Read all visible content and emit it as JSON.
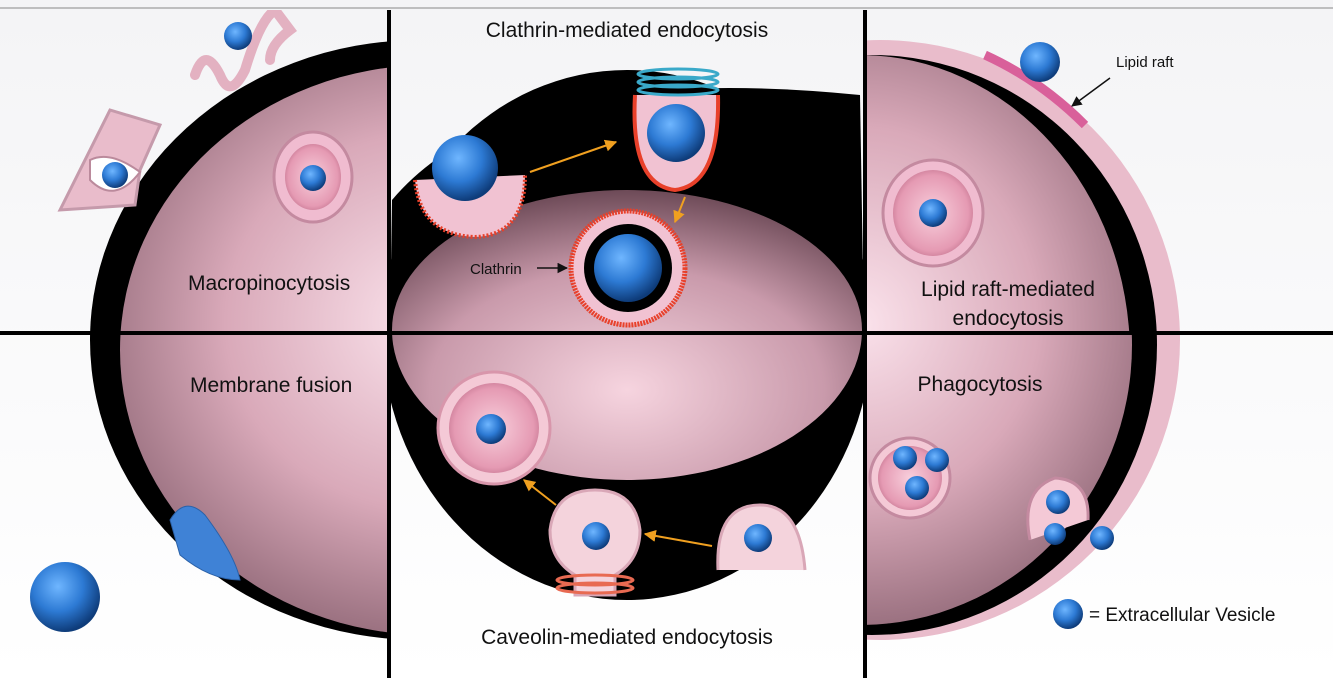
{
  "panels": {
    "macropinocytosis": "Macropinocytosis",
    "clathrin": "Clathrin-mediated endocytosis",
    "lipid_raft_line1": "Lipid raft-mediated",
    "lipid_raft_line2": "endocytosis",
    "membrane_fusion": "Membrane fusion",
    "caveolin": "Caveolin-mediated endocytosis",
    "phagocytosis": "Phagocytosis"
  },
  "annotations": {
    "clathrin": "Clathrin",
    "lipid_raft": "Lipid raft"
  },
  "legend": {
    "ev_label": "= Extracellular Vesicle"
  },
  "colors": {
    "cell_pink": "#e9b8c8",
    "membrane_pink": "#f3c6d3",
    "ev_blue": "#2f7fd8",
    "clathrin_red": "#e8402a",
    "arrow_orange": "#f0a020",
    "raft_magenta": "#d9609a",
    "caveolin_coat": "#e86a52",
    "clathrin_coat": "#3aa9c9",
    "divider": "#000000"
  }
}
